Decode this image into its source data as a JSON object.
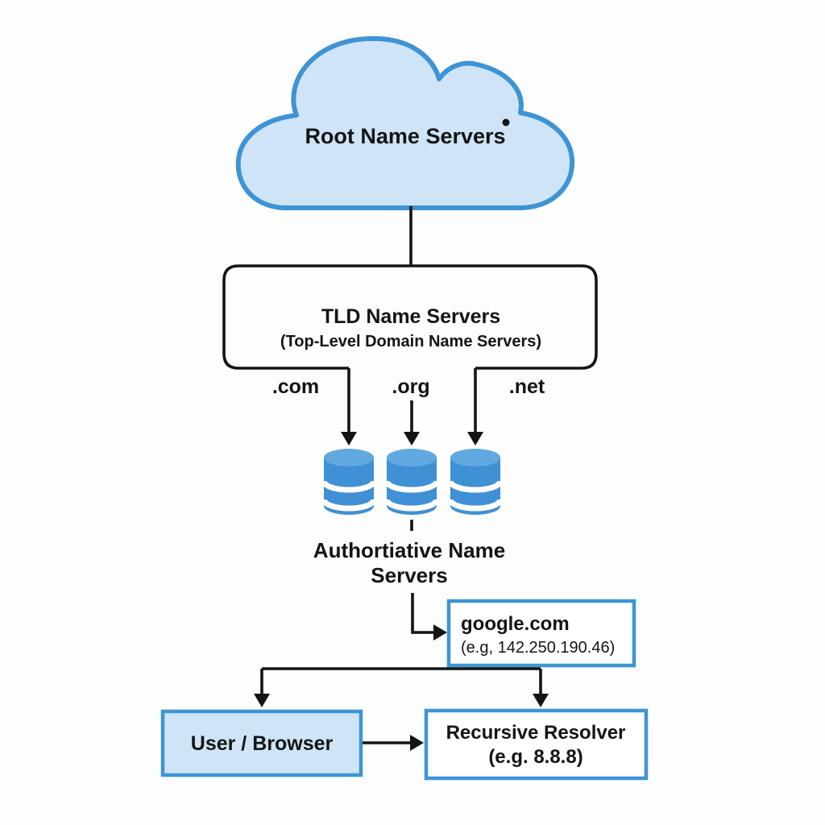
{
  "root_servers": {
    "label": "Root Name Servers"
  },
  "tld_servers": {
    "title": "TLD Name Servers",
    "subtitle": "(Top-Level Domain Name Servers)"
  },
  "tlds": [
    {
      "label": ".com"
    },
    {
      "label": ".org"
    },
    {
      "label": ".net"
    }
  ],
  "authoritative": {
    "line1": "Authortiative Name",
    "line2": "Servers"
  },
  "domain_result": {
    "name": "google.com",
    "ip": "(e.g, 142.250.190.46)"
  },
  "user_browser": {
    "label": "User / Browser"
  },
  "recursive_resolver": {
    "line1": "Recursive Resolver",
    "line2": "(e.g. 8.8.8)"
  },
  "colors": {
    "cloud_fill": "#cfe5f7",
    "cloud_stroke": "#3e93d4",
    "box_border_blue": "#3d95d5",
    "box_fill_light_blue": "#cfe5f7",
    "connector_black": "#141414",
    "cylinder_body": "#3f90d5",
    "cylinder_top": "#60a9e0"
  },
  "icons": {
    "cloud": "cloud-icon",
    "database": "database-icon"
  }
}
